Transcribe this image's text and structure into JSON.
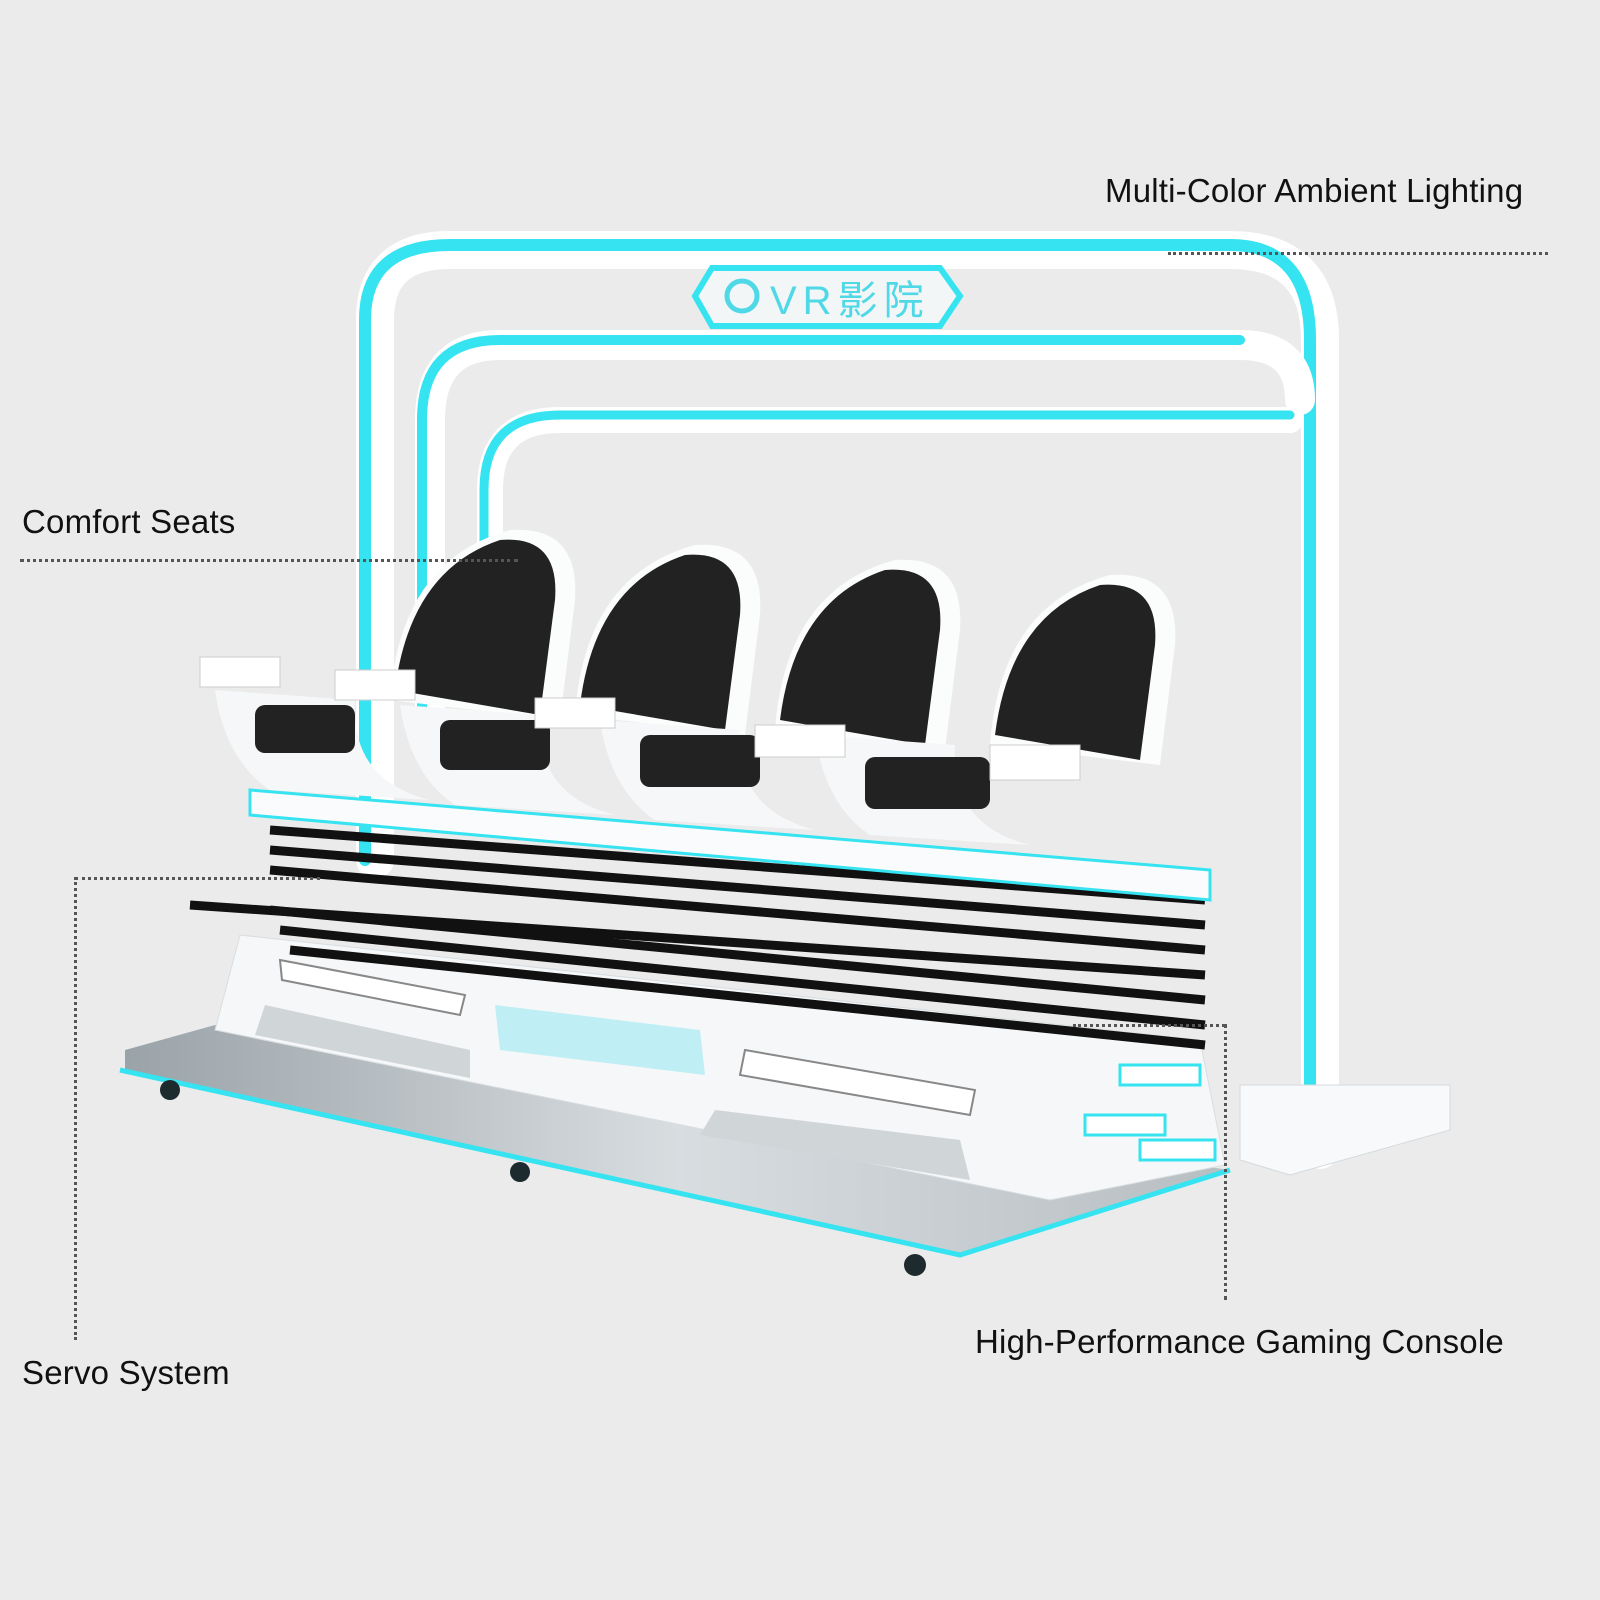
{
  "product": {
    "sign_text": "VR影院",
    "accent_color": "#36e3f0",
    "seat_count": 4
  },
  "callouts": {
    "lighting": "Multi-Color Ambient Lighting",
    "seats": "Comfort Seats",
    "servo": "Servo System",
    "console": "High-Performance Gaming Console"
  }
}
